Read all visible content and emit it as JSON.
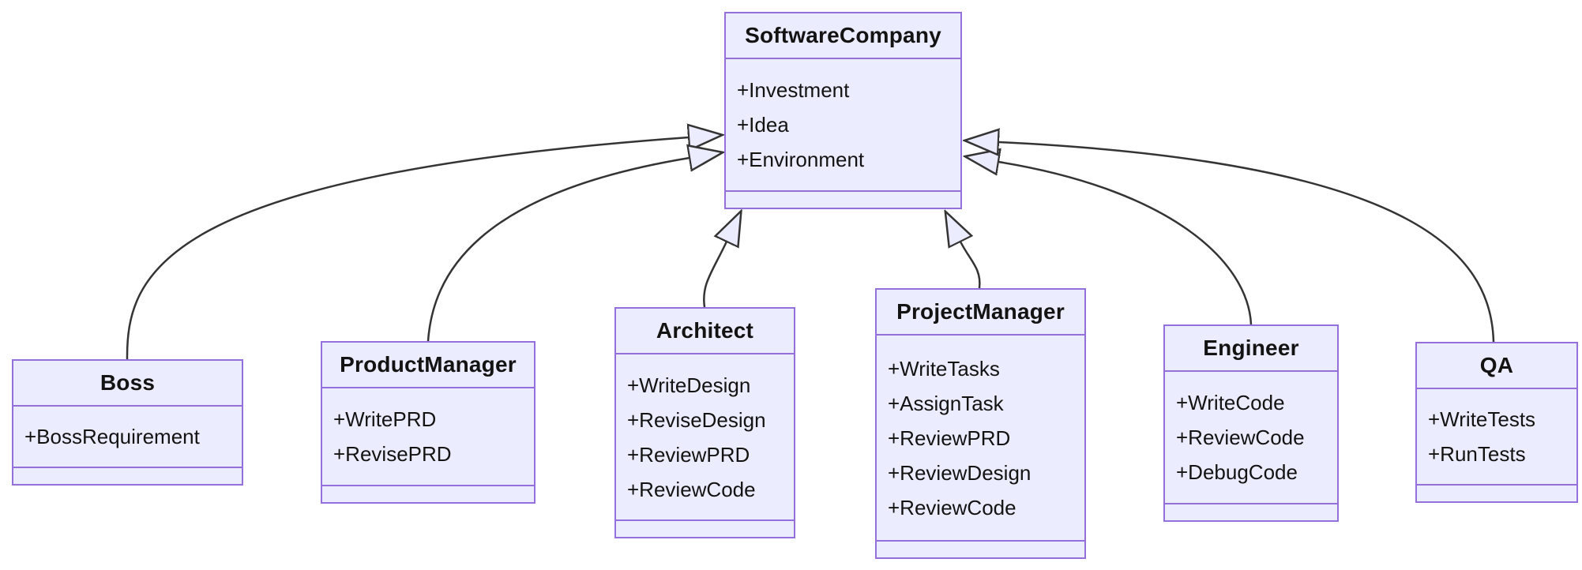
{
  "diagram": {
    "kind": "uml-class-diagram",
    "classes": [
      {
        "name": "SoftwareCompany",
        "members": [
          "+Investment",
          "+Idea",
          "+Environment"
        ]
      },
      {
        "name": "Boss",
        "members": [
          "+BossRequirement"
        ]
      },
      {
        "name": "ProductManager",
        "members": [
          "+WritePRD",
          "+RevisePRD"
        ]
      },
      {
        "name": "Architect",
        "members": [
          "+WriteDesign",
          "+ReviseDesign",
          "+ReviewPRD",
          "+ReviewCode"
        ]
      },
      {
        "name": "ProjectManager",
        "members": [
          "+WriteTasks",
          "+AssignTask",
          "+ReviewPRD",
          "+ReviewDesign",
          "+ReviewCode"
        ]
      },
      {
        "name": "Engineer",
        "members": [
          "+WriteCode",
          "+ReviewCode",
          "+DebugCode"
        ]
      },
      {
        "name": "QA",
        "members": [
          "+WriteTests",
          "+RunTests"
        ]
      }
    ],
    "relations": [
      {
        "from": "Boss",
        "to": "SoftwareCompany",
        "type": "inheritance",
        "arrowhead": "hollow-triangle"
      },
      {
        "from": "ProductManager",
        "to": "SoftwareCompany",
        "type": "inheritance",
        "arrowhead": "hollow-triangle"
      },
      {
        "from": "Architect",
        "to": "SoftwareCompany",
        "type": "inheritance",
        "arrowhead": "hollow-triangle"
      },
      {
        "from": "ProjectManager",
        "to": "SoftwareCompany",
        "type": "inheritance",
        "arrowhead": "hollow-triangle"
      },
      {
        "from": "Engineer",
        "to": "SoftwareCompany",
        "type": "inheritance",
        "arrowhead": "hollow-triangle"
      },
      {
        "from": "QA",
        "to": "SoftwareCompany",
        "type": "inheritance",
        "arrowhead": "hollow-triangle"
      }
    ],
    "colors": {
      "box_fill": "#ECECFF",
      "box_border": "#9370DB",
      "edge_line": "#343434",
      "text": "#131313",
      "background": "#FFFFFF"
    }
  }
}
